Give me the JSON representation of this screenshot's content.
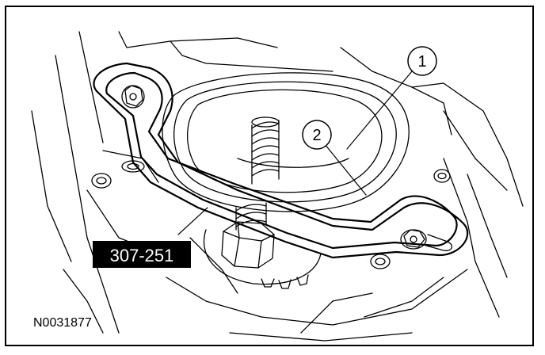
{
  "figure": {
    "tool_label": "307-251",
    "figure_id": "N0031877",
    "callouts": [
      "1",
      "2"
    ]
  },
  "colors": {
    "line": "#000000",
    "background": "#ffffff",
    "label_fill": "#000000",
    "label_text": "#ffffff"
  }
}
